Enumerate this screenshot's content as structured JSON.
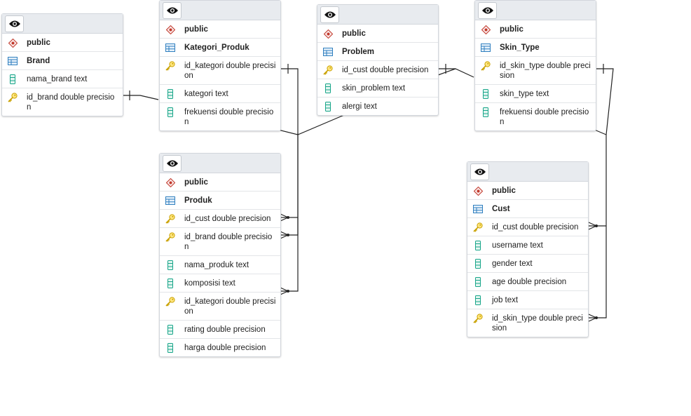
{
  "tables": [
    {
      "id": "brand",
      "schema": "public",
      "name": "Brand",
      "columns": [
        {
          "label": "nama_brand text",
          "icon": "column-icon"
        },
        {
          "label": "id_brand double precision",
          "icon": "key-icon"
        }
      ]
    },
    {
      "id": "kategori-produk",
      "schema": "public",
      "name": "Kategori_Produk",
      "columns": [
        {
          "label": "id_kategori double precision",
          "icon": "key-icon"
        },
        {
          "label": "kategori text",
          "icon": "column-icon"
        },
        {
          "label": "frekuensi double precision",
          "icon": "column-icon"
        }
      ]
    },
    {
      "id": "problem",
      "schema": "public",
      "name": "Problem",
      "columns": [
        {
          "label": "id_cust double precision",
          "icon": "key-icon"
        },
        {
          "label": "skin_problem text",
          "icon": "column-icon"
        },
        {
          "label": "alergi text",
          "icon": "column-icon"
        }
      ]
    },
    {
      "id": "skin-type",
      "schema": "public",
      "name": "Skin_Type",
      "columns": [
        {
          "label": "id_skin_type double precision",
          "icon": "key-icon"
        },
        {
          "label": "skin_type text",
          "icon": "column-icon"
        },
        {
          "label": "frekuensi double precision",
          "icon": "column-icon"
        }
      ]
    },
    {
      "id": "produk",
      "schema": "public",
      "name": "Produk",
      "columns": [
        {
          "label": "id_cust double precision",
          "icon": "key-icon"
        },
        {
          "label": "id_brand double precision",
          "icon": "key-icon"
        },
        {
          "label": "nama_produk text",
          "icon": "column-icon"
        },
        {
          "label": "komposisi text",
          "icon": "column-icon"
        },
        {
          "label": "id_kategori double precision",
          "icon": "key-icon"
        },
        {
          "label": "rating double precision",
          "icon": "column-icon"
        },
        {
          "label": "harga double precision",
          "icon": "column-icon"
        }
      ]
    },
    {
      "id": "cust",
      "schema": "public",
      "name": "Cust",
      "columns": [
        {
          "label": "id_cust double precision",
          "icon": "key-icon"
        },
        {
          "label": "username text",
          "icon": "column-icon"
        },
        {
          "label": "gender text",
          "icon": "column-icon"
        },
        {
          "label": "age double precision",
          "icon": "column-icon"
        },
        {
          "label": "job text",
          "icon": "column-icon"
        },
        {
          "label": "id_skin_type double precision",
          "icon": "key-icon"
        }
      ]
    }
  ],
  "colors": {
    "schema_icon": "#c0392b",
    "table_icon": "#2f7fbf",
    "column_icon": "#17a589",
    "key_icon": "#e6b800",
    "link_line": "#222222"
  }
}
